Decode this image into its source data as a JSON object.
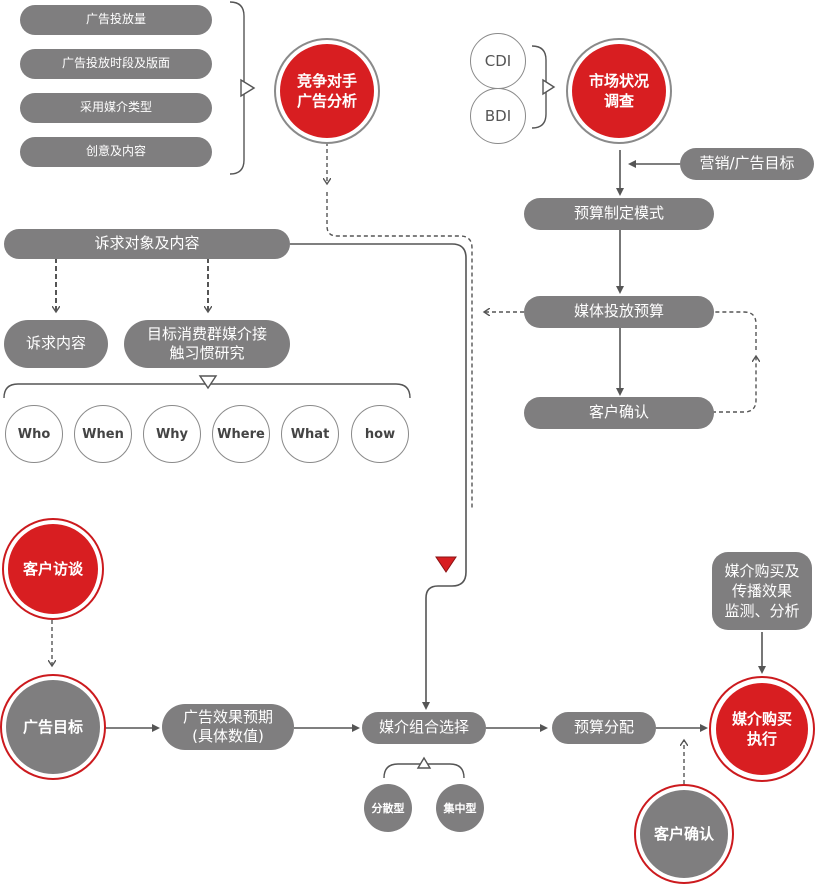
{
  "left_top_list": [
    "广告投放量",
    "广告投放时段及版面",
    "采用媒介类型",
    "创意及内容"
  ],
  "competitor_analysis": "竞争对手\n广告分析",
  "cdi": "CDI",
  "bdi": "BDI",
  "market_research": "市场状况\n调查",
  "marketing_goal": "营销/广告目标",
  "budget_mode": "预算制定模式",
  "media_budget": "媒体投放预算",
  "client_confirm_top": "客户确认",
  "appeal_target": "诉求对象及内容",
  "appeal_content": "诉求内容",
  "consumer_research": "目标消费群媒介接\n触习惯研究",
  "w_questions": [
    "Who",
    "When",
    "Why",
    "Where",
    "What",
    "how"
  ],
  "client_interview": "客户访谈",
  "ad_goal": "广告目标",
  "ad_effect": "广告效果预期\n(具体数值)",
  "media_mix": "媒介组合选择",
  "budget_allocation": "预算分配",
  "media_buy": "媒介购买\n执行",
  "monitor": "媒介购买及\n传播效果\n监测、分析",
  "client_confirm_bottom": "客户确认",
  "mix_types": [
    "分散型",
    "集中型"
  ],
  "colors": {
    "red": "#d81e21",
    "gray": "#7f7e7f",
    "line": "#555555"
  }
}
